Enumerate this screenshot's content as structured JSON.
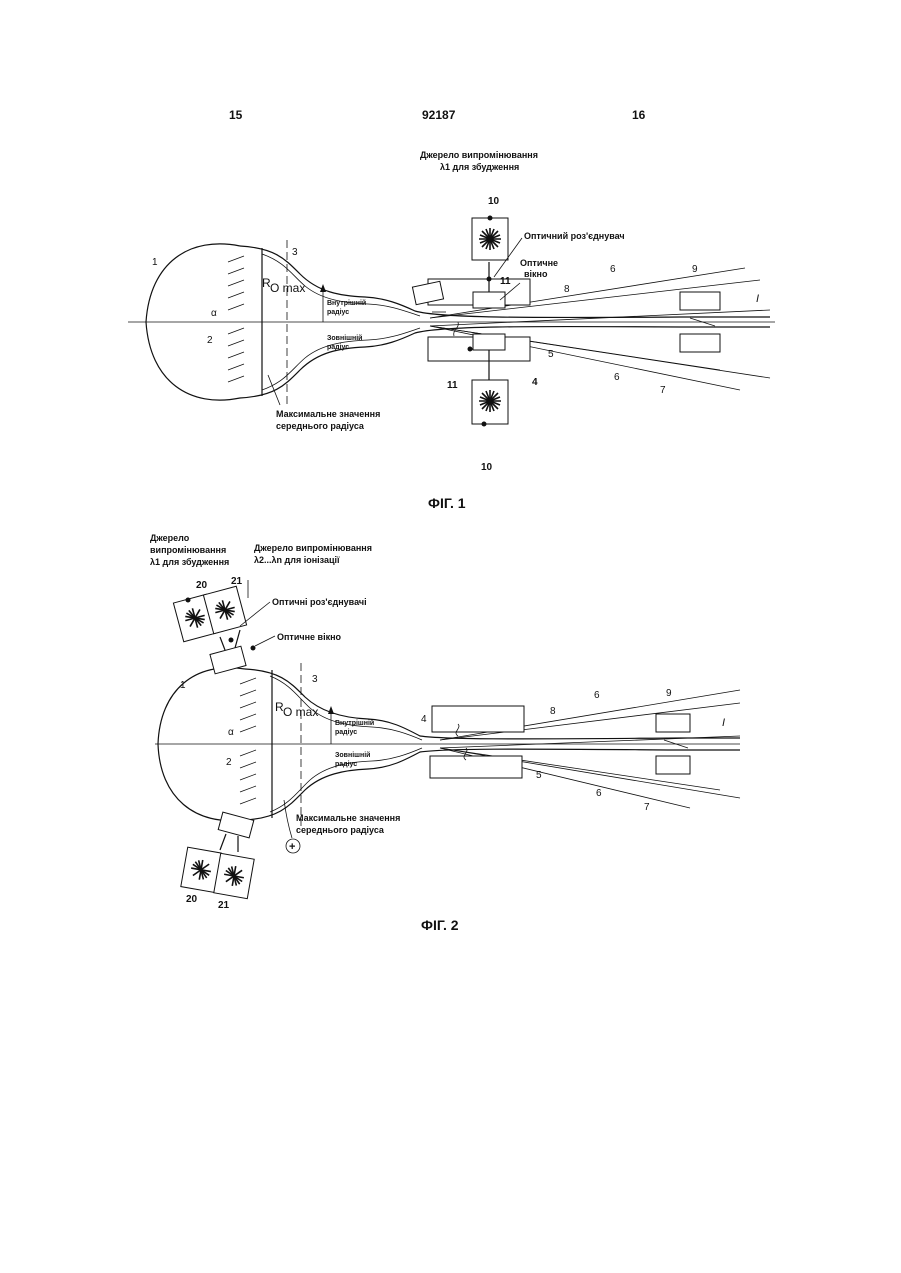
{
  "header": {
    "page_left": "15",
    "patent_no": "92187",
    "page_right": "16"
  },
  "fig1": {
    "source_label_line1": "Джерело випромінювання",
    "source_label_line2": "λ1 для збудження",
    "optical_splitter": "Оптичний роз'єднувач",
    "optical_window_line1": "Оптичне",
    "optical_window_line2": "вікно",
    "inner_radius_line1": "Внутрішній",
    "inner_radius_line2": "радіус",
    "outer_radius_line1": "Зовнішній",
    "outer_radius_line2": "радіус",
    "rmax_R": "R",
    "rmax_sub": "O max",
    "max_mean_line1": "Максимальне значення",
    "max_mean_line2": "середнього радіуса",
    "numbers": {
      "n1": "1",
      "n2": "2",
      "n3": "3",
      "n4": "4",
      "n5": "5",
      "n6a": "6",
      "n6b": "6",
      "n7": "7",
      "n8": "8",
      "n9": "9",
      "n10a": "10",
      "n10b": "10",
      "n11a": "11",
      "n11b": "11",
      "nI": "I",
      "alpha": "α"
    },
    "caption": "ФІГ. 1"
  },
  "fig2": {
    "source1_line1": "Джерело",
    "source1_line2": "випромінювання",
    "source1_line3": "λ1 для збудження",
    "source2_line1": "Джерело випромінювання",
    "source2_line2": "λ2...λn для іонізації",
    "optical_splitters": "Оптичні роз'єднувачі",
    "optical_window": "Оптичне вікно",
    "inner_radius_line1": "Внутрішній",
    "inner_radius_line2": "радіус",
    "outer_radius_line1": "Зовнішній",
    "outer_radius_line2": "радіус",
    "rmax_R": "R",
    "rmax_sub": "O max",
    "max_mean_line1": "Максимальне значення",
    "max_mean_line2": "середнього радіуса",
    "plus": "+",
    "numbers": {
      "n1": "1",
      "n2": "2",
      "n3": "3",
      "n4": "4",
      "n5": "5",
      "n6a": "6",
      "n6b": "6",
      "n7": "7",
      "n8": "8",
      "n9": "9",
      "n20a": "20",
      "n20b": "20",
      "n21a": "21",
      "n21b": "21",
      "nI": "I",
      "alpha": "α"
    },
    "caption": "ФІГ. 2"
  }
}
